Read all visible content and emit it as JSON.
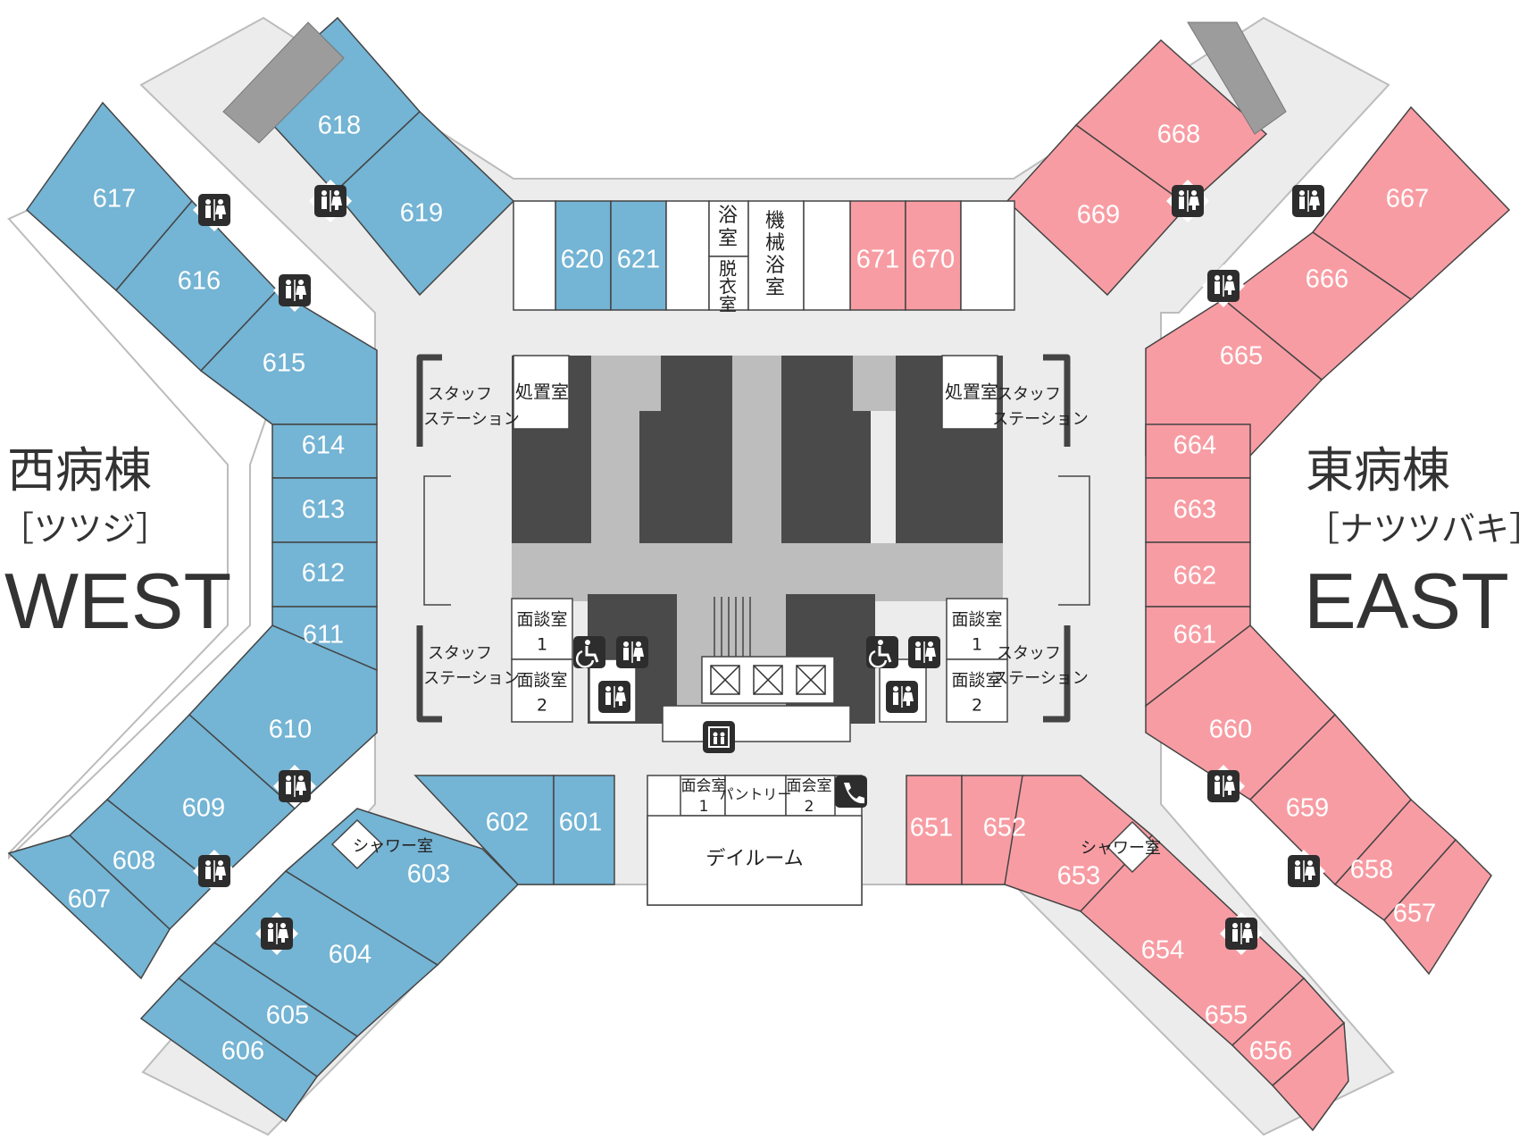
{
  "wings": {
    "west": {
      "name_jp": "西病棟",
      "name_kana": "［ツツジ］",
      "name_en": "WEST"
    },
    "east": {
      "name_jp": "東病棟",
      "name_kana": "［ナツツバキ］",
      "name_en": "EAST"
    }
  },
  "colors": {
    "west_room": "#74b4d4",
    "east_room": "#f89ca3",
    "corridor": "#ececec",
    "core": "#4a4a4a",
    "stair": "#9c9c9c",
    "outline": "#bcbcbc"
  },
  "west_rooms": {
    "r617": "617",
    "r618": "618",
    "r619": "619",
    "r616": "616",
    "r615": "615",
    "r614": "614",
    "r613": "613",
    "r612": "612",
    "r611": "611",
    "r610": "610",
    "r609": "609",
    "r608": "608",
    "r607": "607",
    "r606": "606",
    "r605": "605",
    "r604": "604",
    "r603": "603",
    "r602": "602",
    "r601": "601",
    "r620": "620",
    "r621": "621"
  },
  "east_rooms": {
    "r668": "668",
    "r669": "669",
    "r667": "667",
    "r666": "666",
    "r665": "665",
    "r664": "664",
    "r663": "663",
    "r662": "662",
    "r661": "661",
    "r660": "660",
    "r659": "659",
    "r658": "658",
    "r657": "657",
    "r651": "651",
    "r652": "652",
    "r653": "653",
    "r654": "654",
    "r655": "655",
    "r656": "656",
    "r671": "671",
    "r670": "670"
  },
  "labels": {
    "bath_1": "浴",
    "bath_2": "室",
    "undress_1": "脱",
    "undress_2": "衣",
    "undress_3": "室",
    "machine_bath_1": "機",
    "machine_bath_2": "械",
    "machine_bath_3": "浴",
    "machine_bath_4": "室",
    "staff_1": "スタッフ",
    "staff_2": "ステーション",
    "treatment": "処置室",
    "interview": "面談室",
    "interview_1": "1",
    "interview_2": "2",
    "visit": "面会室",
    "visit_1": "1",
    "visit_2": "2",
    "pantry": "パントリー",
    "dayroom": "デイルーム",
    "shower": "シャワー室"
  },
  "icons": [
    "restroom-icon",
    "wheelchair-icon",
    "elevator-icon",
    "phone-icon",
    "stairs-icon"
  ]
}
